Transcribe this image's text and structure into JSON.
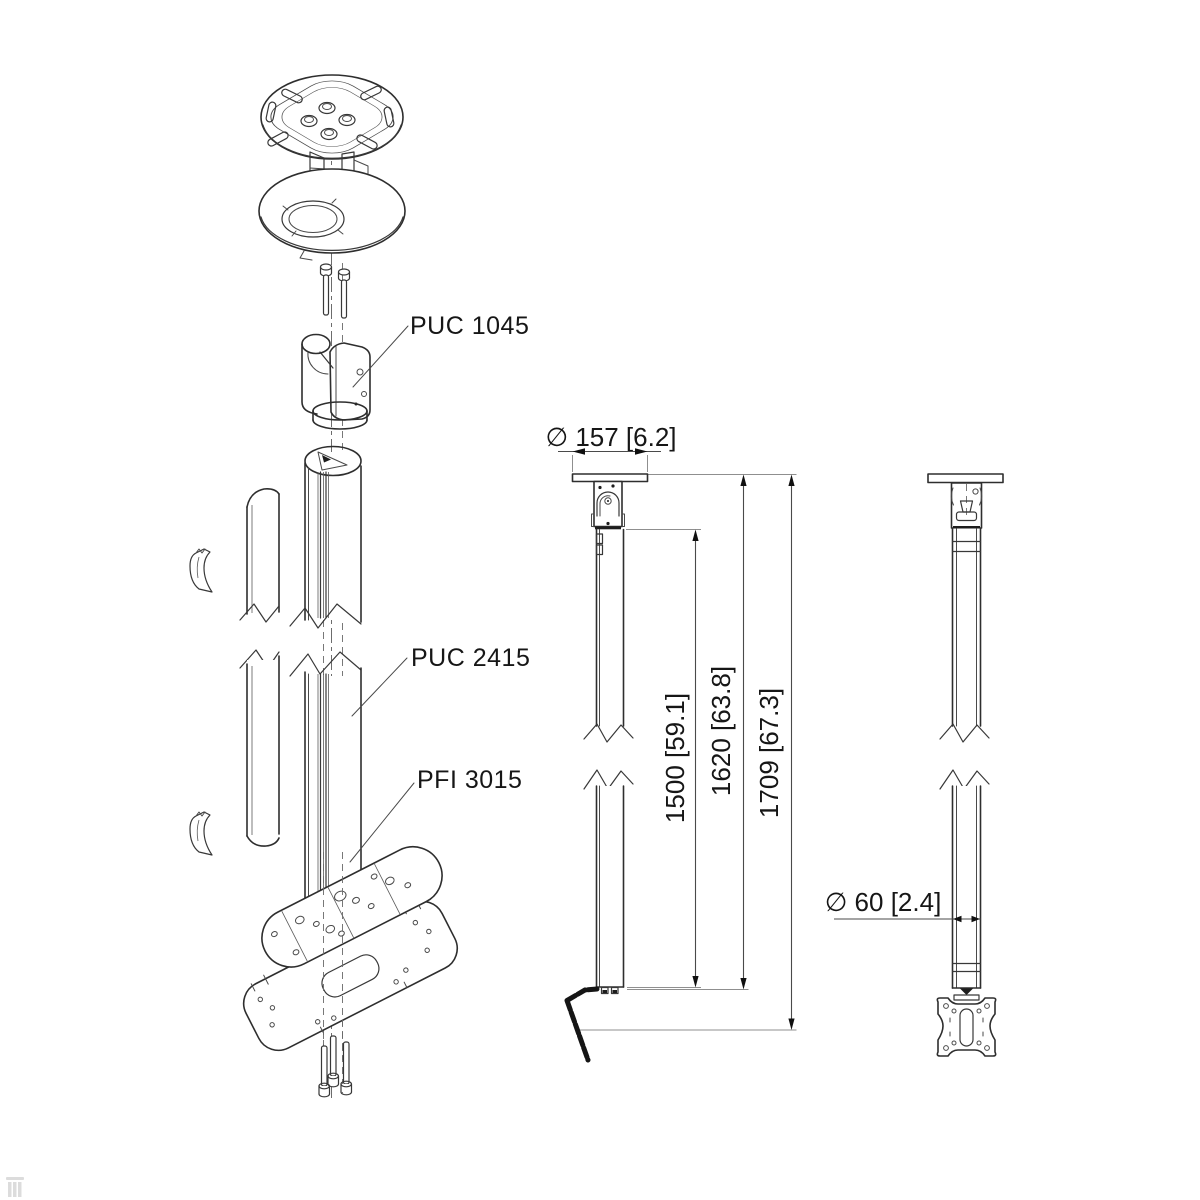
{
  "exploded_view": {
    "labels": [
      {
        "text": "PUC 1045"
      },
      {
        "text": "PUC 2415"
      },
      {
        "text": "PFI 3015"
      }
    ]
  },
  "side_view": {
    "plate_diameter_label": "∅ 157 [6.2]",
    "height_labels": [
      {
        "text": "1500 [59.1]"
      },
      {
        "text": "1620 [63.8]"
      },
      {
        "text": "1709 [67.3]"
      }
    ]
  },
  "front_view": {
    "pole_diameter_label": "∅ 60 [2.4]"
  },
  "colors": {
    "object_line": "#2e2e2e",
    "dimension_line": "#4a4a4a",
    "extension_line": "#8f8f8f",
    "text": "#161616",
    "background": "#ffffff"
  }
}
